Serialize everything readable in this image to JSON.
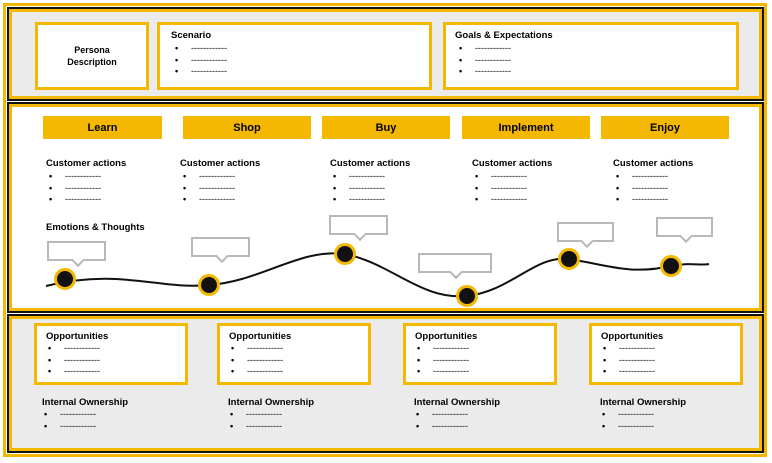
{
  "header": {
    "persona": [
      "Persona",
      "Description"
    ],
    "scenario": {
      "title": "Scenario",
      "items": [
        "------------",
        "------------",
        "------------"
      ]
    },
    "goals": {
      "title": "Goals & Expectations",
      "items": [
        "------------",
        "------------",
        "------------"
      ]
    }
  },
  "stages": [
    "Learn",
    "Shop",
    "Buy",
    "Implement",
    "Enjoy"
  ],
  "customer_actions": [
    {
      "title": "Customer actions",
      "items": [
        "------------",
        "------------",
        "------------"
      ]
    },
    {
      "title": "Customer actions",
      "items": [
        "------------",
        "------------",
        "------------"
      ]
    },
    {
      "title": "Customer actions",
      "items": [
        "------------",
        "------------",
        "------------"
      ]
    },
    {
      "title": "Customer actions",
      "items": [
        "------------",
        "------------",
        "------------"
      ]
    },
    {
      "title": "Customer actions",
      "items": [
        "------------",
        "------------",
        "------------"
      ]
    }
  ],
  "emotions_label": "Emotions & Thoughts",
  "opportunities": [
    {
      "title": "Opportunities",
      "items": [
        "------------",
        "------------",
        "------------"
      ]
    },
    {
      "title": "Opportunities",
      "items": [
        "------------",
        "------------",
        "------------"
      ]
    },
    {
      "title": "Opportunities",
      "items": [
        "------------",
        "------------",
        "------------"
      ]
    },
    {
      "title": "Opportunities",
      "items": [
        "------------",
        "------------",
        "------------"
      ]
    }
  ],
  "ownership": [
    {
      "title": "Internal Ownership",
      "items": [
        "------------",
        "------------"
      ]
    },
    {
      "title": "Internal Ownership",
      "items": [
        "------------",
        "------------"
      ]
    },
    {
      "title": "Internal Ownership",
      "items": [
        "------------",
        "------------"
      ]
    },
    {
      "title": "Internal Ownership",
      "items": [
        "------------",
        "------------"
      ]
    }
  ],
  "bullet": "•",
  "colors": {
    "accent": "#f5b800",
    "band_bg": "#ebebeb",
    "line": "#111111",
    "bubble_border": "#b8b8b8"
  }
}
